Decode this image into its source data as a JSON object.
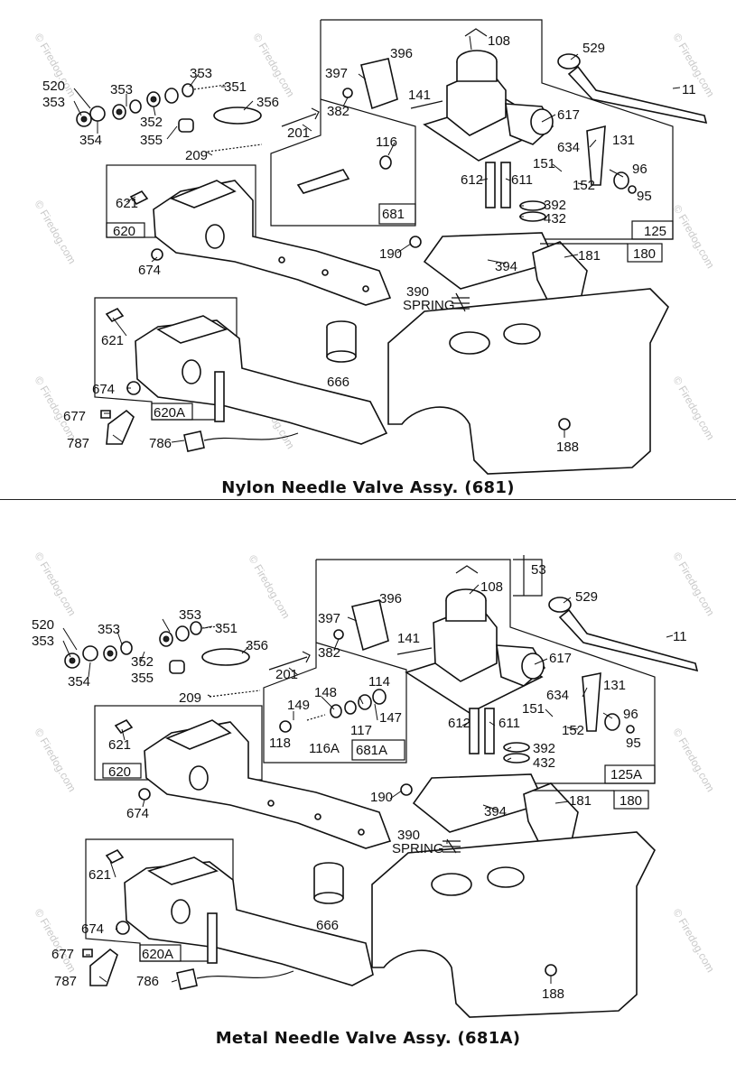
{
  "watermark": "© Firedog.com",
  "panels": [
    {
      "caption": "Nylon Needle Valve Assy. (681)",
      "labels": {
        "p520": "520",
        "p353a": "353",
        "p353b": "353",
        "p353c": "353",
        "p351": "351",
        "p354": "354",
        "p352": "352",
        "p355": "355",
        "p356": "356",
        "p397": "397",
        "p396": "396",
        "p382": "382",
        "p201": "201",
        "p209": "209",
        "p116": "116",
        "p681": "681",
        "p108": "108",
        "p141": "141",
        "p529": "529",
        "p11": "11",
        "p617": "617",
        "p634": "634",
        "p131": "131",
        "p151": "151",
        "p96": "96",
        "p612": "612",
        "p611": "611",
        "p152": "152",
        "p95": "95",
        "p392": "392",
        "p432": "432",
        "p125": "125",
        "p621a": "621",
        "p620": "620",
        "p674a": "674",
        "p190": "190",
        "p181": "181",
        "p180": "180",
        "p394": "394",
        "p390": "390",
        "spring": "SPRING",
        "p621b": "621",
        "p666": "666",
        "p674b": "674",
        "p677": "677",
        "p620A": "620A",
        "p787": "787",
        "p786": "786",
        "p188": "188"
      }
    },
    {
      "caption": "Metal Needle Valve Assy. (681A)",
      "labels": {
        "p520": "520",
        "p353a": "353",
        "p353b": "353",
        "p353c": "353",
        "p351": "351",
        "p354": "354",
        "p352": "352",
        "p355": "355",
        "p356": "356",
        "p397": "397",
        "p396": "396",
        "p382": "382",
        "p201": "201",
        "p209": "209",
        "p114": "114",
        "p148": "148",
        "p149": "149",
        "p147": "147",
        "p118": "118",
        "p117": "117",
        "p116A": "116A",
        "p681A": "681A",
        "p108": "108",
        "p53": "53",
        "p141": "141",
        "p529": "529",
        "p11": "11",
        "p617": "617",
        "p634": "634",
        "p131": "131",
        "p151": "151",
        "p96": "96",
        "p612": "612",
        "p611": "611",
        "p152": "152",
        "p95": "95",
        "p392": "392",
        "p432": "432",
        "p125A": "125A",
        "p621a": "621",
        "p620": "620",
        "p674a": "674",
        "p190": "190",
        "p181": "181",
        "p180": "180",
        "p394": "394",
        "p390": "390",
        "spring": "SPRING",
        "p621b": "621",
        "p666": "666",
        "p674b": "674",
        "p677": "677",
        "p620A": "620A",
        "p787": "787",
        "p786": "786",
        "p188": "188"
      }
    }
  ]
}
